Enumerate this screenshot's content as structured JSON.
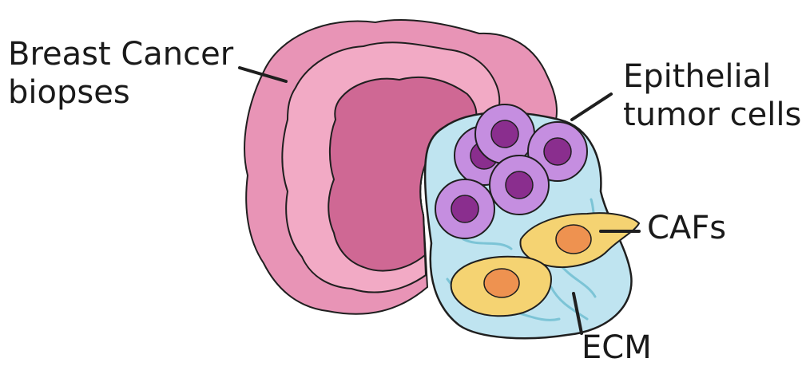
{
  "labels": {
    "breast_cancer": [
      "Breast Cancer",
      "biopses"
    ],
    "epithelial": [
      "Epithelial",
      "tumor cells"
    ],
    "cafs": "CAFs",
    "ecm": "ECM"
  },
  "colors": {
    "tissue_outer": "#e894b6",
    "tissue_middle": "#f2aac5",
    "tissue_core": "#cf6894",
    "cluster_fill": "#bfe4f0",
    "cell_outer": "#c58ee0",
    "cell_nucleus": "#8a2e8e",
    "caf_body": "#f5d372",
    "caf_nucleus": "#ee9250",
    "ecm_fiber": "#7cc4d6",
    "outline": "#1f1f1f"
  }
}
